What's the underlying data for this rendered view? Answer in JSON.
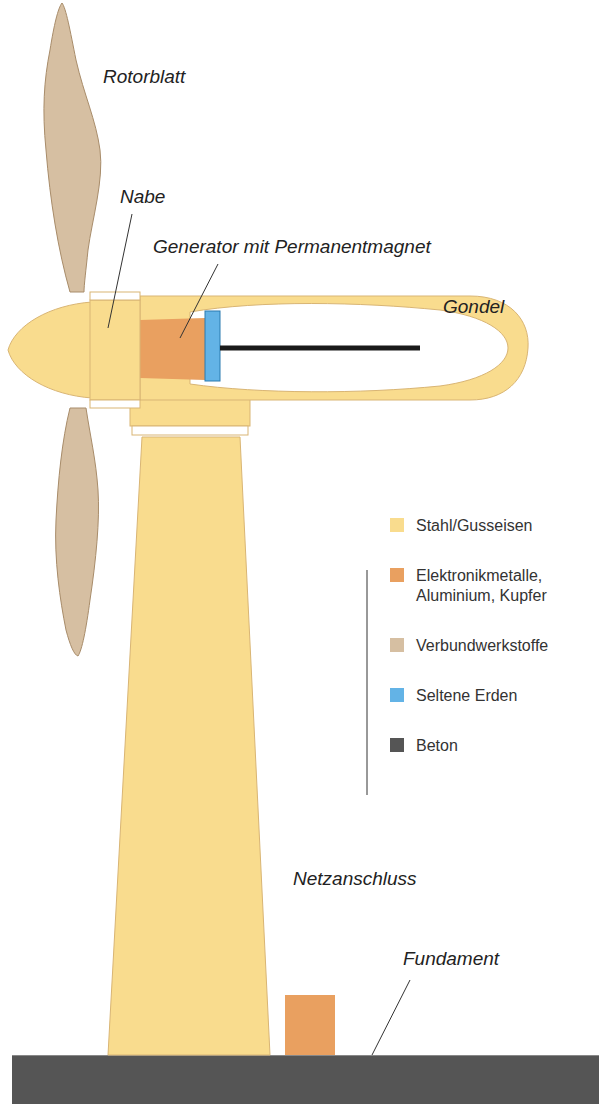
{
  "diagram": {
    "labels": [
      "Rotorblatt",
      "Nabe",
      "Generator mit Permanentmagnet",
      "Gondel",
      "Netzanschluss",
      "Fundament"
    ],
    "legend": [
      {
        "text": "Stahl/Gusseisen",
        "color": "#f9dc8e"
      },
      {
        "text": "Elektronikmetalle, Aluminium, Kupfer",
        "color": "#e9a060"
      },
      {
        "text": "Verbundwerkstoffe",
        "color": "#d6bfa2"
      },
      {
        "text": "Seltene Erden",
        "color": "#63b3e6"
      },
      {
        "text": "Beton",
        "color": "#555555"
      }
    ]
  }
}
